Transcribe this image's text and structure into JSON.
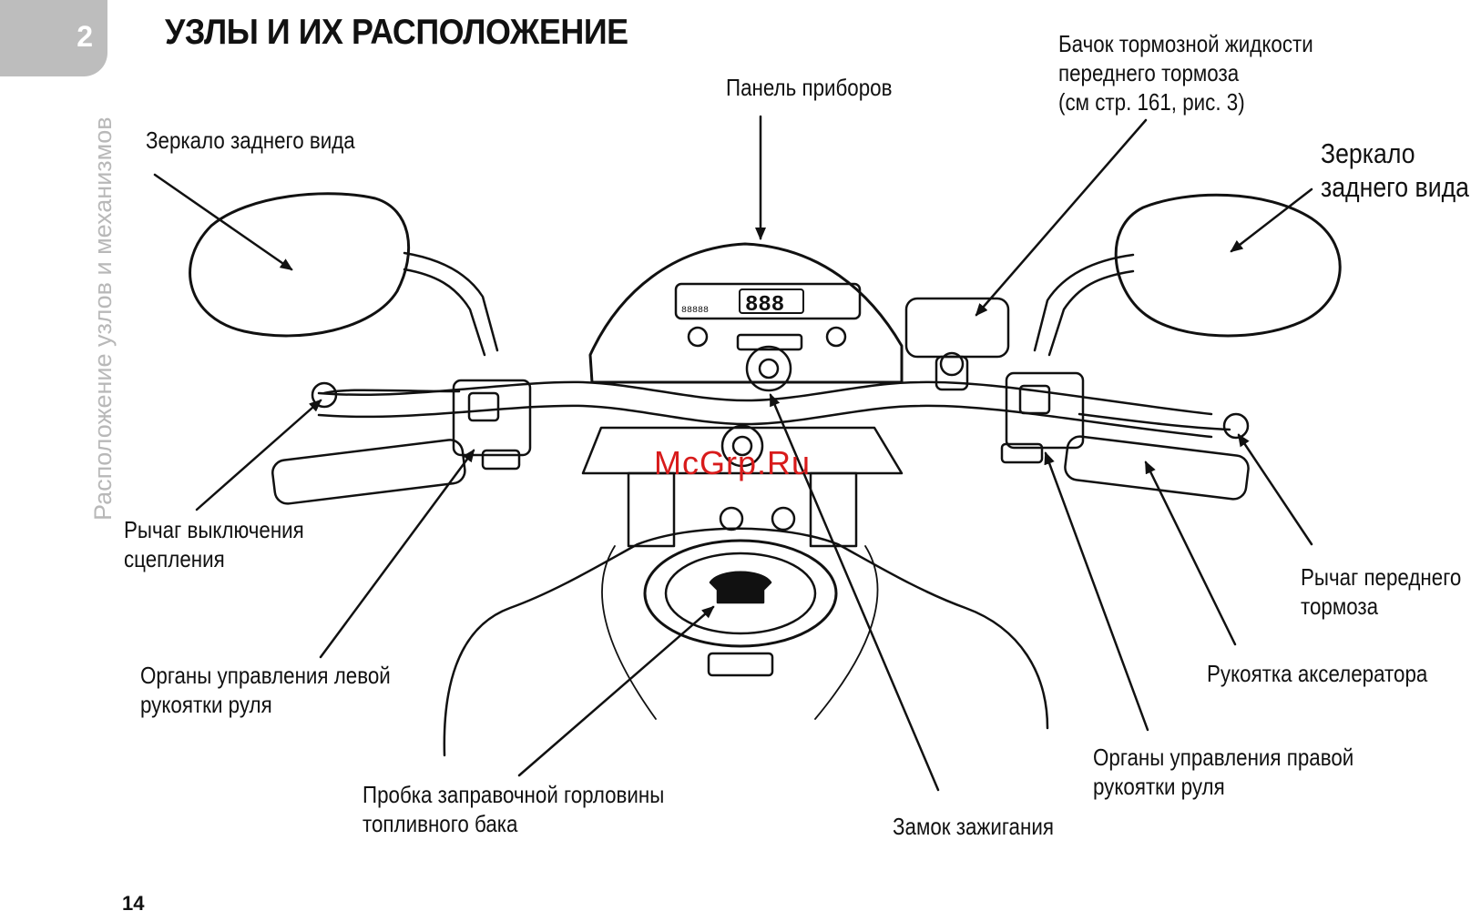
{
  "chapter": {
    "number": "2",
    "side_title": "Расположение узлов и механизмов"
  },
  "title": "УЗЛЫ И ИХ РАСПОЛОЖЕНИЕ",
  "page_number": "14",
  "watermark": "McGrp.Ru",
  "labels": {
    "mirror_left": [
      "Зеркало заднего вида"
    ],
    "instrument_panel": [
      "Панель приборов"
    ],
    "brake_reservoir": [
      "Бачок тормозной жидкости",
      "переднего тормоза",
      "(см стр. 161, рис. 3)"
    ],
    "mirror_right": [
      "Зеркало",
      "заднего вида"
    ],
    "clutch_lever": [
      "Рычаг выключения",
      "сцепления"
    ],
    "front_brake_lever": [
      "Рычаг переднего",
      "тормоза"
    ],
    "left_controls": [
      "Органы управления левой",
      "рукоятки руля"
    ],
    "throttle_grip": [
      "Рукоятка акселератора"
    ],
    "fuel_cap": [
      "Пробка заправочной горловины",
      "топливного бака"
    ],
    "ignition": [
      "Замок зажигания"
    ],
    "right_controls": [
      "Органы управления правой",
      "рукоятки руля"
    ]
  },
  "dash_readout": {
    "speed": "888",
    "odometer": "88888"
  }
}
